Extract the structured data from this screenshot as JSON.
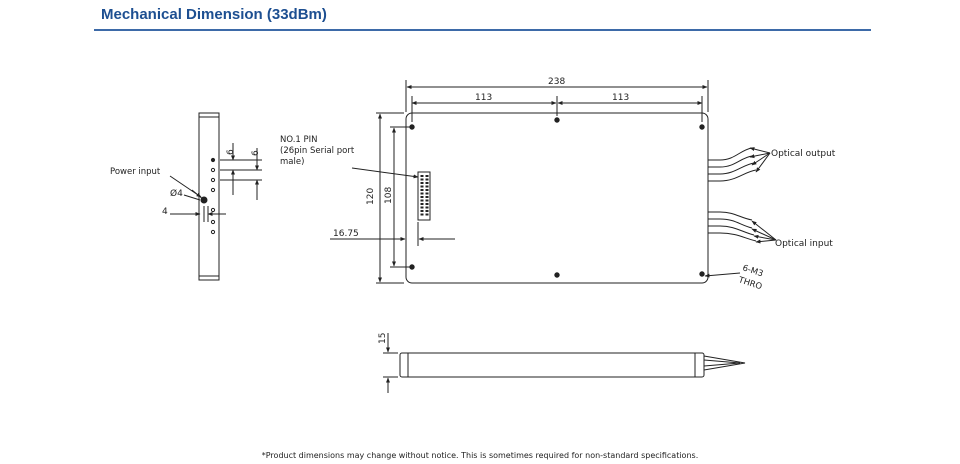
{
  "header": {
    "title": "Mechanical Dimension (33dBm)"
  },
  "side_view": {
    "power_label": "Power input",
    "diameter_label": "Ø4",
    "dim_4": "4",
    "dim_6a": "6",
    "dim_6b": "6"
  },
  "top_view": {
    "width_total": "238",
    "width_left": "113",
    "width_right": "113",
    "height_outer": "120",
    "height_inner": "108",
    "connector_offset": "16.75",
    "pin_label_line1": "NO.1 PIN",
    "pin_label_line2": "(26pin Serial port",
    "pin_label_line3": "male)",
    "optical_output": "Optical output",
    "optical_input": "Optical input",
    "screw_line1": "6-M3",
    "screw_line2": "THRO"
  },
  "front_view": {
    "thickness": "15"
  },
  "footer": {
    "note": "*Product dimensions may change without notice. This is sometimes required for non-standard specifications."
  }
}
